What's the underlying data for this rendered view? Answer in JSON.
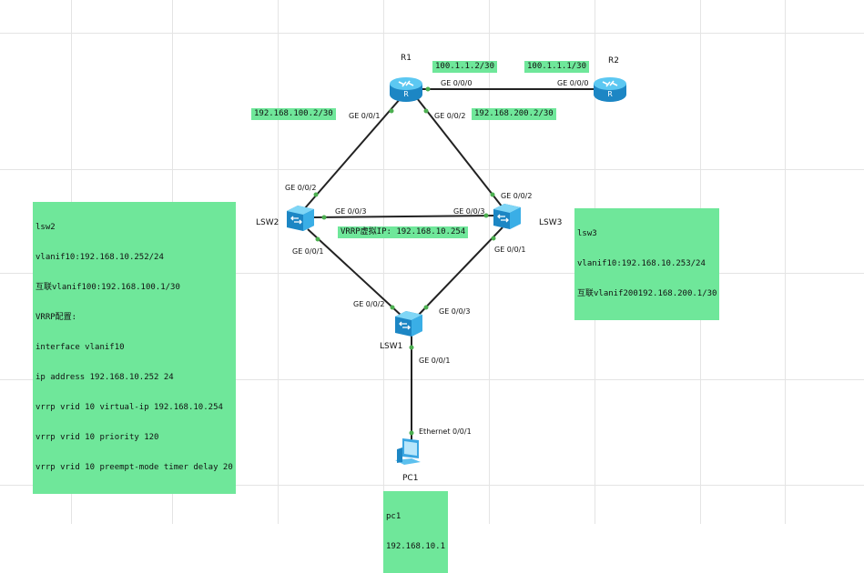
{
  "devices": {
    "r1": "R1",
    "r2": "R2",
    "lsw1": "LSW1",
    "lsw2": "LSW2",
    "lsw3": "LSW3",
    "pc1": "PC1"
  },
  "ports": {
    "r1_ge000": "GE 0/0/0",
    "r2_ge000": "GE 0/0/0",
    "r1_ge001": "GE 0/0/1",
    "r1_ge002": "GE 0/0/2",
    "lsw2_ge002": "GE 0/0/2",
    "lsw2_ge003": "GE 0/0/3",
    "lsw2_ge001": "GE 0/0/1",
    "lsw3_ge002": "GE 0/0/2",
    "lsw3_ge003": "GE 0/0/3",
    "lsw3_ge001": "GE 0/0/1",
    "lsw1_ge002": "GE 0/0/2",
    "lsw1_ge003": "GE 0/0/3",
    "lsw1_ge001": "GE 0/0/1",
    "pc1_eth001": "Ethernet 0/0/1"
  },
  "notes": {
    "r1_wan_ip": "100.1.1.2/30",
    "r2_wan_ip": "100.1.1.1/30",
    "r1_ge001_ip": "192.168.100.2/30",
    "r1_ge002_ip": "192.168.200.2/30",
    "vrrp_vip": "VRRP虚拟IP: 192.168.10.254",
    "lsw2_config": [
      "lsw2",
      "vlanif10:192.168.10.252/24",
      "互联vlanif100:192.168.100.1/30",
      "VRRP配置:",
      "interface vlanif10",
      "ip address 192.168.10.252 24",
      "vrrp vrid 10 virtual-ip 192.168.10.254",
      "vrrp vrid 10 priority 120",
      "vrrp vrid 10 preempt-mode timer delay 20"
    ],
    "lsw3_config": [
      "lsw3",
      "vlanif10:192.168.10.253/24",
      "互联vlanif200192.168.200.1/30"
    ],
    "pc1_config": [
      "pc1",
      "192.168.10.1"
    ]
  },
  "colors": {
    "note_bg": "#6fe79a",
    "port_dot": "#4caf50",
    "device_blue": "#29a9e0",
    "link": "#222222"
  }
}
